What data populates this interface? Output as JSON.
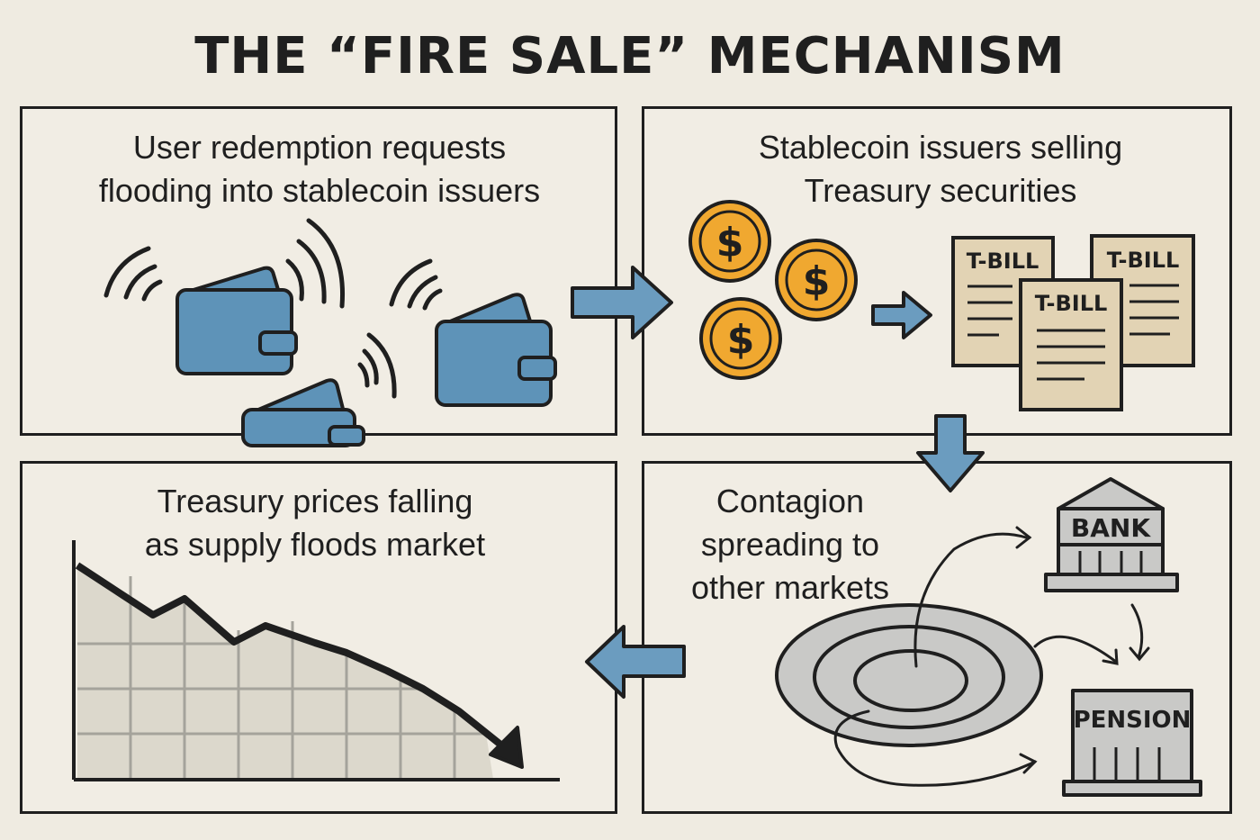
{
  "title": "THE “FIRE SALE” MECHANISM",
  "panels": {
    "redemption": {
      "line1": "User redemption requests",
      "line2": "flooding into stablecoin issuers"
    },
    "selling": {
      "line1": "Stablecoin issuers selling",
      "line2": "Treasury securities"
    },
    "prices": {
      "line1": "Treasury prices falling",
      "line2": "as supply floods market"
    },
    "contagion": {
      "line1": "Contagion",
      "line2": "spreading to",
      "line3": "other markets"
    }
  },
  "labels": {
    "tbill": "T-BILL",
    "dollar": "$",
    "bank": "BANK",
    "pension": "PENSION"
  },
  "colors": {
    "wallet": "#5e93b8",
    "coin": "#f0a830",
    "document": "#e2d3b4",
    "grey": "#c9c9c7",
    "arrow": "#6b9cbf",
    "chart_fill": "#dcd8cc"
  }
}
